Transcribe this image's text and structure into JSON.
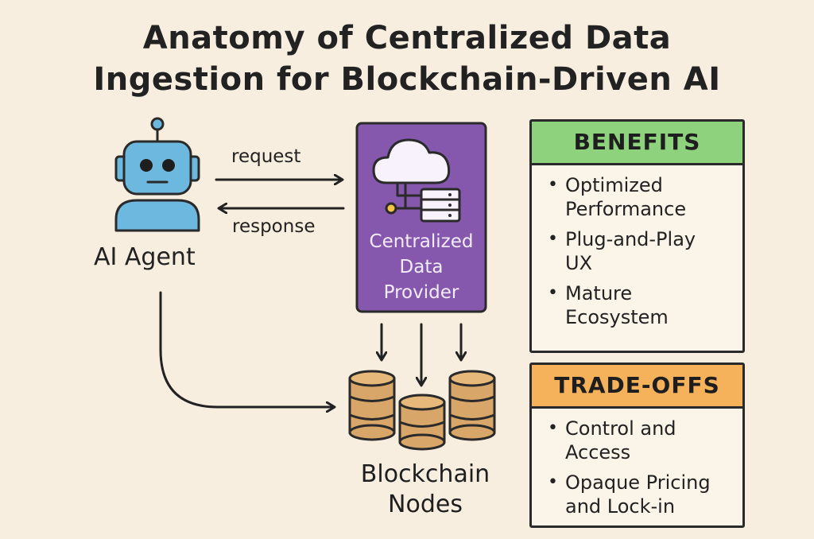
{
  "title": {
    "line1": "Anatomy of Centralized Data",
    "line2": "Ingestion for Blockchain-Driven AI"
  },
  "agent": {
    "label": "AI Agent",
    "icon": "robot-icon",
    "color": "#6db8df"
  },
  "arrows": {
    "request": "request",
    "response": "response"
  },
  "provider": {
    "label_lines": [
      "Centralized",
      "Data",
      "Provider"
    ],
    "icon": "cloud-server-icon",
    "color": "#8557ad"
  },
  "nodes": {
    "label_lines": [
      "Blockchain",
      "Nodes"
    ],
    "icon": "database-stack-icon",
    "color": "#d8a668"
  },
  "benefits": {
    "heading": "BENEFITS",
    "color": "#8fd27d",
    "items": [
      [
        "Optimized",
        "Performance"
      ],
      [
        "Plug-and-Play",
        "UX"
      ],
      [
        "Mature",
        "Ecosystem"
      ]
    ]
  },
  "tradeoffs": {
    "heading": "TRADE-OFFS",
    "color": "#f5b25a",
    "items": [
      [
        "Control and",
        "Access"
      ],
      [
        "Opaque Pricing",
        "and Lock-in"
      ]
    ]
  }
}
